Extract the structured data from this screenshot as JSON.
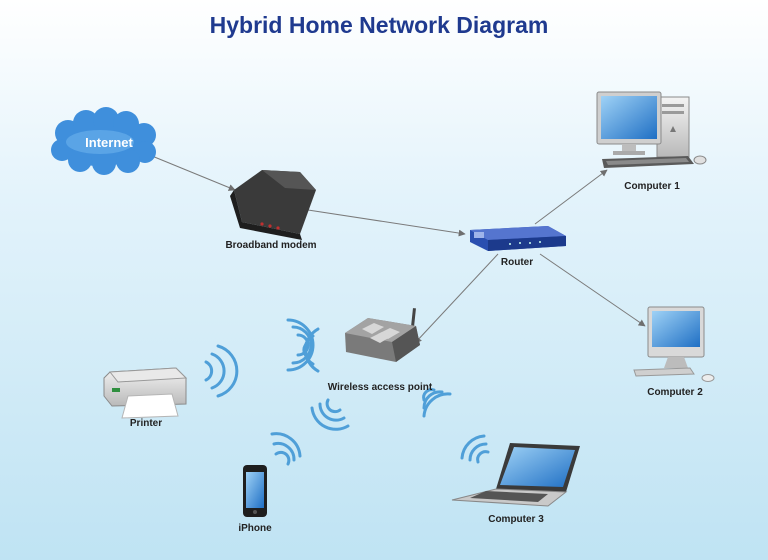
{
  "title": "Hybrid Home Network Diagram",
  "nodes": {
    "internet": "Internet",
    "modem": "Broadband modem",
    "router": "Router",
    "computer1": "Computer 1",
    "computer2": "Computer 2",
    "computer3": "Computer 3",
    "access_point": "Wireless access point",
    "printer": "Printer",
    "iphone": "iPhone"
  },
  "colors": {
    "title": "#1f3a8f",
    "wireless_waves": "#4f9fd8",
    "connector": "#7a7a7a",
    "router_blue": "#2a4fb0",
    "cloud_blue": "#3f8fdc"
  },
  "icons": [
    "cloud-icon",
    "modem-icon",
    "router-icon",
    "desktop-pc-icon",
    "imac-icon",
    "laptop-icon",
    "access-point-icon",
    "printer-icon",
    "smartphone-icon",
    "wifi-wave-icon"
  ]
}
